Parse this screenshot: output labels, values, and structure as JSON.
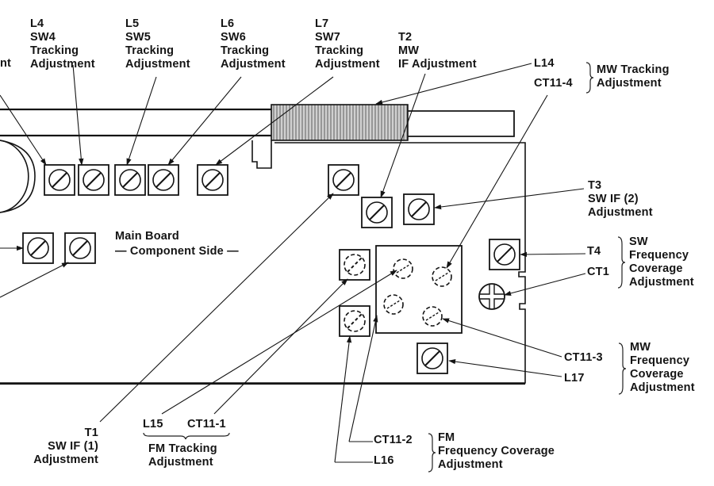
{
  "title": "Main Board — Component Side",
  "board_label": {
    "line1": "Main Board",
    "line2": "— Component Side —"
  },
  "colors": {
    "ink": "#141414",
    "paper": "#ffffff",
    "hatch": "#555555"
  },
  "labels": {
    "partial_left": "nt",
    "l4": {
      "part": "L4",
      "band": "SW4",
      "line3": "Tracking",
      "line4": "Adjustment"
    },
    "l5": {
      "part": "L5",
      "band": "SW5",
      "line3": "Tracking",
      "line4": "Adjustment"
    },
    "l6": {
      "part": "L6",
      "band": "SW6",
      "line3": "Tracking",
      "line4": "Adjustment"
    },
    "l7": {
      "part": "L7",
      "band": "SW7",
      "line3": "Tracking",
      "line4": "Adjustment"
    },
    "t2": {
      "part": "T2",
      "band": "MW",
      "line3": "IF Adjustment"
    },
    "mw_tracking": {
      "parts": [
        "L14",
        "CT11-4"
      ],
      "desc": [
        "MW Tracking",
        "Adjustment"
      ]
    },
    "t3": {
      "part": "T3",
      "band": "SW IF (2)",
      "line3": "Adjustment"
    },
    "sw_freq": {
      "parts": [
        "T4",
        "CT1"
      ],
      "desc": [
        "SW",
        "Frequency",
        "Coverage",
        "Adjustment"
      ]
    },
    "mw_freq": {
      "parts": [
        "CT11-3",
        "L17"
      ],
      "desc": [
        "MW",
        "Frequency",
        "Coverage",
        "Adjustment"
      ]
    },
    "t1": {
      "part": "T1",
      "band": "SW IF (1)",
      "line3": "Adjustment"
    },
    "fm_tracking": {
      "parts": [
        "L15",
        "CT11-1"
      ],
      "desc": [
        "FM Tracking",
        "Adjustment"
      ]
    },
    "fm_freq": {
      "parts": [
        "CT11-2",
        "L16"
      ],
      "desc": [
        "FM",
        "Frequency Coverage",
        "Adjustment"
      ]
    }
  },
  "components": [
    {
      "id": "L4",
      "type": "slotted-core"
    },
    {
      "id": "L5",
      "type": "slotted-core"
    },
    {
      "id": "L6",
      "type": "slotted-core"
    },
    {
      "id": "L7",
      "type": "slotted-core"
    },
    {
      "id": "T1",
      "type": "slotted-core"
    },
    {
      "id": "T2",
      "type": "slotted-core"
    },
    {
      "id": "T3",
      "type": "slotted-core"
    },
    {
      "id": "T4",
      "type": "slotted-core"
    },
    {
      "id": "CT1",
      "type": "trimmer-cross"
    },
    {
      "id": "L14",
      "type": "ferrite-bar"
    },
    {
      "id": "L15",
      "type": "hidden-core"
    },
    {
      "id": "L16",
      "type": "hidden-core"
    },
    {
      "id": "L17",
      "type": "slotted-core"
    },
    {
      "id": "CT11-1",
      "type": "hidden-trimmer"
    },
    {
      "id": "CT11-2",
      "type": "hidden-trimmer"
    },
    {
      "id": "CT11-3",
      "type": "hidden-trimmer"
    },
    {
      "id": "CT11-4",
      "type": "hidden-trimmer"
    }
  ]
}
